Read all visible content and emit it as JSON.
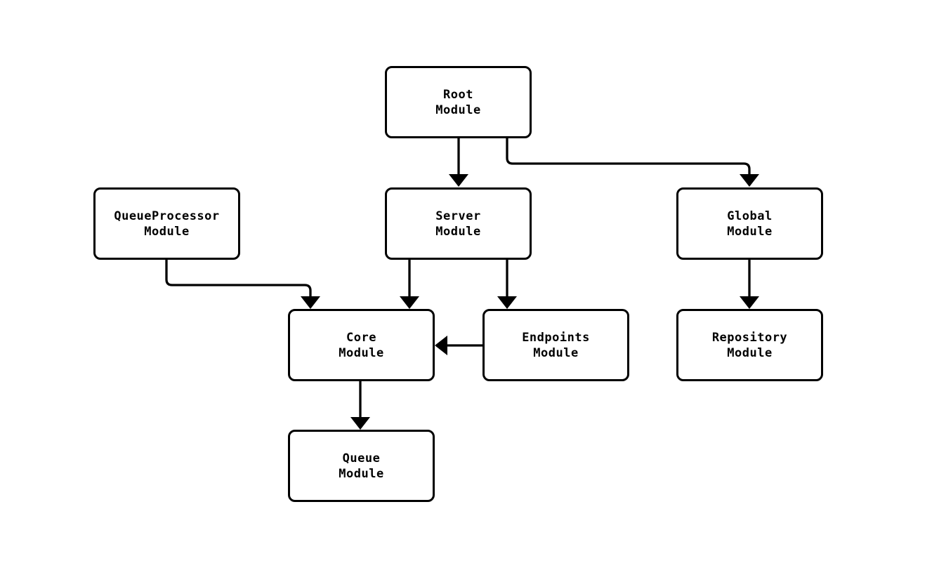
{
  "diagram": {
    "type": "flowchart",
    "background_color": "#ffffff",
    "node_fill_color": "#ffffff",
    "node_border_color": "#000000",
    "edge_color": "#000000",
    "text_color": "#000000",
    "nodes": {
      "root": {
        "label": "Root Module",
        "line1": "Root",
        "line2": "Module"
      },
      "queueprocessor": {
        "label": "QueueProcessor Module",
        "line1": "QueueProcessor",
        "line2": "Module"
      },
      "server": {
        "label": "Server Module",
        "line1": "Server",
        "line2": "Module"
      },
      "global": {
        "label": "Global Module",
        "line1": "Global",
        "line2": "Module"
      },
      "core": {
        "label": "Core Module",
        "line1": "Core",
        "line2": "Module"
      },
      "endpoints": {
        "label": "Endpoints Module",
        "line1": "Endpoints",
        "line2": "Module"
      },
      "repository": {
        "label": "Repository Module",
        "line1": "Repository",
        "line2": "Module"
      },
      "queue": {
        "label": "Queue Module",
        "line1": "Queue",
        "line2": "Module"
      }
    },
    "edges": [
      {
        "from": "Root Module",
        "to": "Server Module"
      },
      {
        "from": "Root Module",
        "to": "Global Module"
      },
      {
        "from": "QueueProcessor Module",
        "to": "Core Module"
      },
      {
        "from": "Server Module",
        "to": "Core Module"
      },
      {
        "from": "Server Module",
        "to": "Endpoints Module"
      },
      {
        "from": "Endpoints Module",
        "to": "Core Module"
      },
      {
        "from": "Global Module",
        "to": "Repository Module"
      },
      {
        "from": "Core Module",
        "to": "Queue Module"
      }
    ]
  }
}
